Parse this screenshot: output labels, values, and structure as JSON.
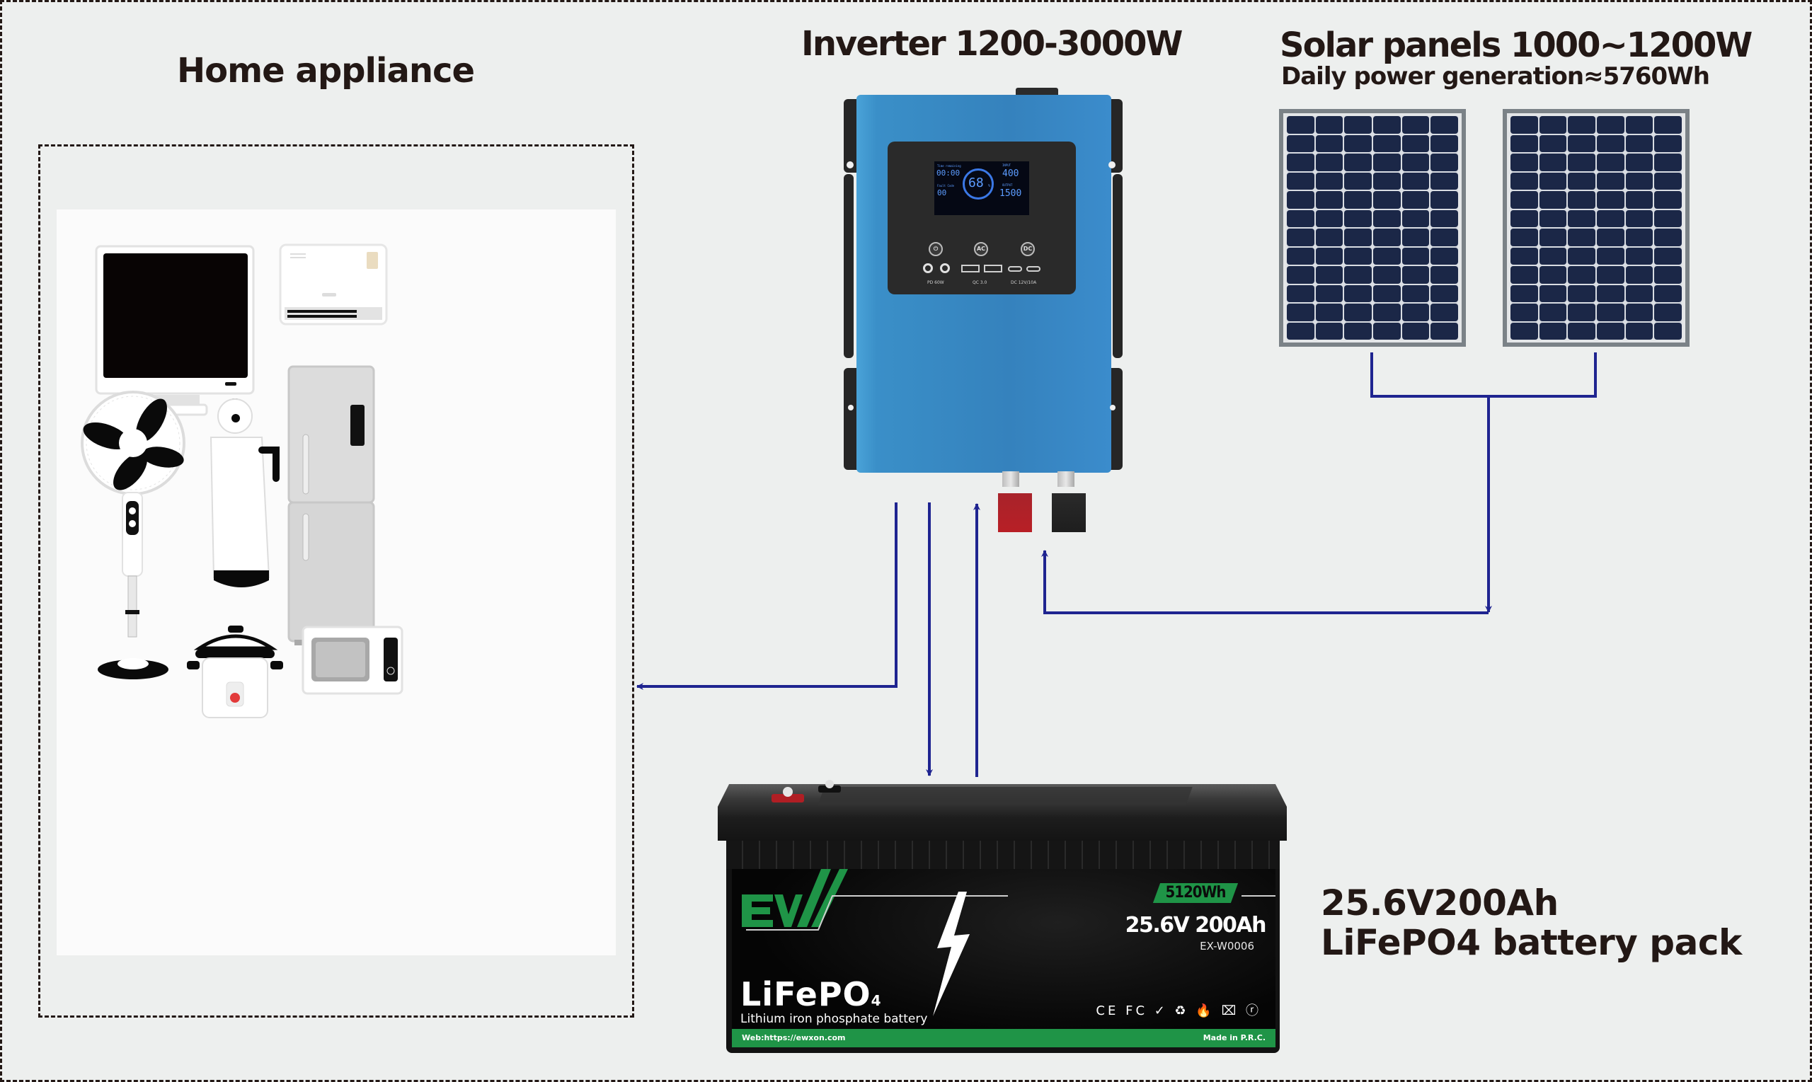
{
  "titles": {
    "home": "Home appliance",
    "inverter": "Inverter 1200-3000W",
    "solar": "Solar panels 1000~1200W",
    "solar_sub": "Daily power generation≈5760Wh",
    "battery_line1": "25.6V200Ah",
    "battery_line2": "LiFePO4 battery pack"
  },
  "appliances": [
    "TV",
    "Air conditioner",
    "Refrigerator",
    "Electric fan",
    "Kettle",
    "Rice cooker",
    "Microwave oven"
  ],
  "inverter": {
    "display": {
      "time_label": "Time remaining",
      "time_value": "00:00",
      "fault_label": "Fault Code",
      "fault_value": "00",
      "soc": "68",
      "soc_unit": "%",
      "input_label": "INPUT",
      "input_value": "400",
      "output_label": "OUTPUT",
      "output_value": "1500",
      "unit": "W"
    },
    "buttons": {
      "power": "⏻",
      "ac": "AC",
      "dc": "DC"
    },
    "port_labels": {
      "pd": "PD 60W",
      "qc": "QC 3.0",
      "dc": "DC 12V/10A"
    }
  },
  "battery": {
    "capacity_badge": "5120Wh",
    "spec": "25.6V 200Ah",
    "model": "EX-W0006",
    "chemistry": "LiFePO",
    "chemistry_sub": "4",
    "chemistry_desc": "Lithium iron phosphate battery",
    "website": "Web:https://ewxon.com",
    "origin": "Made in P.R.C.",
    "certifications": "CE FC ✓ ♻ 🔥 ⌧ ⓡ",
    "brand": "EW"
  },
  "colors": {
    "background": "#edefee",
    "arrow": "#1f2490",
    "inverter_blue": "#3582bd",
    "battery_green": "#1f9447",
    "text": "#231815"
  },
  "flows": [
    {
      "from": "inverter",
      "to": "home-appliance"
    },
    {
      "from": "inverter",
      "to": "battery"
    },
    {
      "from": "battery",
      "to": "inverter"
    },
    {
      "from": "solar-panels",
      "to": "inverter"
    }
  ]
}
